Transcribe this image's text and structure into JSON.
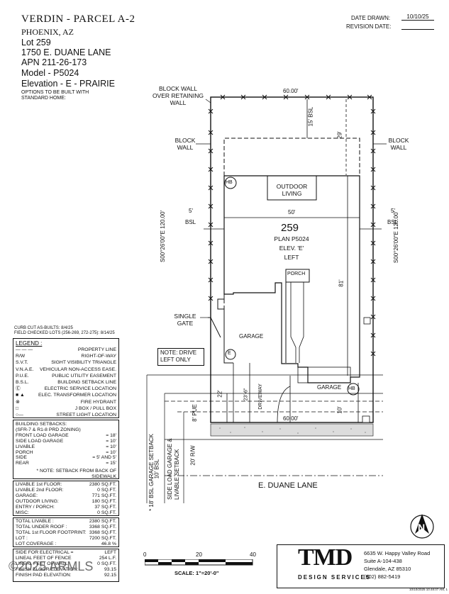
{
  "header": {
    "title": "VERDIN - PARCEL A-2",
    "city": "PHOENIX, AZ",
    "lot": "Lot  259",
    "address": "1750 E. DUANE LANE",
    "apn": "APN 211-26-173",
    "model": "Model - P5024",
    "elevation": "Elevation - E - PRAIRIE",
    "options_note": "OPTIONS TO BE BUILT WITH STANDARD HOME:",
    "date_drawn_label": "DATE DRAWN:",
    "date_drawn": "10/10/25",
    "revision_label": "REVISION DATE:",
    "revision_date": ""
  },
  "curb_notes": {
    "line1": "CURB CUT AS-BUILTS: 8/4/25",
    "line2": "FIELD CHECKED LOTS (256-269, 272-275): 8/14/25"
  },
  "legend": {
    "title": "LEGEND :",
    "items": [
      {
        "sym": "— — —",
        "text": "PROPERTY LINE"
      },
      {
        "sym": "R/W",
        "text": "RIGHT-OF-WAY"
      },
      {
        "sym": "S.V.T.",
        "text": "SIGHT VISIBILITY TRIANGLE"
      },
      {
        "sym": "V.N.A.E.",
        "text": "VEHICULAR NON-ACCESS EASE."
      },
      {
        "sym": "P.U.E.",
        "text": "PUBLIC UTILITY EASEMENT"
      },
      {
        "sym": "B.S.L.",
        "text": "BUILDING SETBACK LINE"
      },
      {
        "sym": "Ⓔ",
        "text": "ELECTRIC SERVICE LOCATION"
      },
      {
        "sym": "■ ▲",
        "text": "ELEC. TRANSFORMER LOCATION"
      },
      {
        "sym": "⊗",
        "text": "FIRE HYDRANT"
      },
      {
        "sym": "□",
        "text": "J BOX / PULL BOX"
      },
      {
        "sym": "○—",
        "text": "STREET LIGHT LOCATION"
      }
    ]
  },
  "setbacks": {
    "title": "BUILDING SETBACKS:",
    "zoning": "(SFR-7 & R1-8 PRD ZONING)",
    "rows": [
      {
        "k": "FRONT LOAD GARAGE",
        "v": "= 18'"
      },
      {
        "k": "SIDE LOAD GARAGE",
        "v": "= 10'"
      },
      {
        "k": "LIVABLE",
        "v": "= 10'"
      },
      {
        "k": "PORCH",
        "v": "= 10'"
      },
      {
        "k": "SIDE",
        "v": "= 5' AND 5'"
      },
      {
        "k": "REAR",
        "v": "= 15'"
      }
    ],
    "note": "* NOTE: SETBACK FROM BACK OF SIDEWALK"
  },
  "areas1": [
    {
      "k": "LIVABLE 1st FLOOR:",
      "v": "2380",
      "u": "SQ.FT."
    },
    {
      "k": "LIVABLE 2nd FLOOR:",
      "v": "0",
      "u": "SQ.FT."
    },
    {
      "k": "GARAGE:",
      "v": "771",
      "u": "SQ.FT."
    },
    {
      "k": "OUTDOOR LIVING:",
      "v": "180",
      "u": "SQ.FT."
    },
    {
      "k": "ENTRY / PORCH:",
      "v": "37",
      "u": "SQ.FT."
    },
    {
      "k": "MISC:",
      "v": "0",
      "u": "SQ.FT."
    }
  ],
  "areas2": [
    {
      "k": "TOTAL LIVABLE :",
      "v": "2380",
      "u": "SQ.FT."
    },
    {
      "k": "TOTAL UNDER ROOF :",
      "v": "3368",
      "u": "SQ.FT."
    },
    {
      "k": "TOTAL 1st FLOOR FOOTPRINT:",
      "v": "3368",
      "u": "SQ.FT."
    },
    {
      "k": "LOT :",
      "v": "7200",
      "u": "SQ.FT."
    },
    {
      "k": "LOT COVERAGE :",
      "v": "46.8",
      "u": "%"
    }
  ],
  "areas3": [
    {
      "k": "SIDE FOR ELECTRICAL =",
      "v": "LEFT"
    },
    {
      "k": "LINEAL FEET OF FENCE",
      "v": "254",
      "u": "L.F."
    },
    {
      "k": "LINEAL FEET OF WALL",
      "v": "0",
      "u": "SQ.FT."
    },
    {
      "k": "FINISH FLOOR ELEVATION:",
      "v": "93.15"
    },
    {
      "k": "FINISH PAD ELEVATION:",
      "v": "92.15"
    }
  ],
  "plan": {
    "lot_number": "259",
    "plan_name": "PLAN P5024",
    "elev": "ELEV. 'E'",
    "hand": "LEFT",
    "outdoor_living": "OUTDOOR LIVING",
    "porch": "PORCH",
    "garage_left": "GARAGE",
    "garage_right": "GARAGE",
    "hb": "HB",
    "e_marker": "E",
    "note_drive": "NOTE: DRIVE LEFT ONLY",
    "block_wall_retaining": "BLOCK WALL OVER RETAINING WALL",
    "block_wall": "BLOCK WALL",
    "single_gate": "SINGLE GATE",
    "dim_top": "60.00'",
    "dim_bottom": "60.00'",
    "dim_50": "50'",
    "dim_15bsl": "15' BSL",
    "dim_29": "29'",
    "dim_81": "81'",
    "dim_5": "5'",
    "bsl": "BSL",
    "bearing_left": "S00°26'00\"E 120.00'",
    "bearing_right": "S00°26'00\"E 120.00'",
    "dim_22": "22'",
    "dim_23": "23'-6\"",
    "driveway": "DRIVEWAY",
    "dim_10": "10'",
    "dim_8pue": "8' PUE",
    "dim_20rw": "20' R/W",
    "garage_setback": "* 18' BSL GARAGE SETBACK",
    "bsl10": "10' BSL",
    "side_load": "SIDE LOAD GARAGE & LIVABLE SETBACK",
    "street": "E. DUANE LANE"
  },
  "scale": {
    "ticks": [
      "0",
      "20",
      "40"
    ],
    "label": "SCALE:  1\"=20'-0\""
  },
  "company": {
    "logo": "TMD",
    "tagline": "DESIGN SERVICES",
    "addr1": "6635 W. Happy Valley Road",
    "addr2": "Suite A-104-438",
    "addr3": "Glendale, AZ 85310",
    "phone": "(602) 882-5419"
  },
  "watermark": "©2025 ARMLS",
  "timestamp": "10/10/2025 10:48:07 AM, 1"
}
